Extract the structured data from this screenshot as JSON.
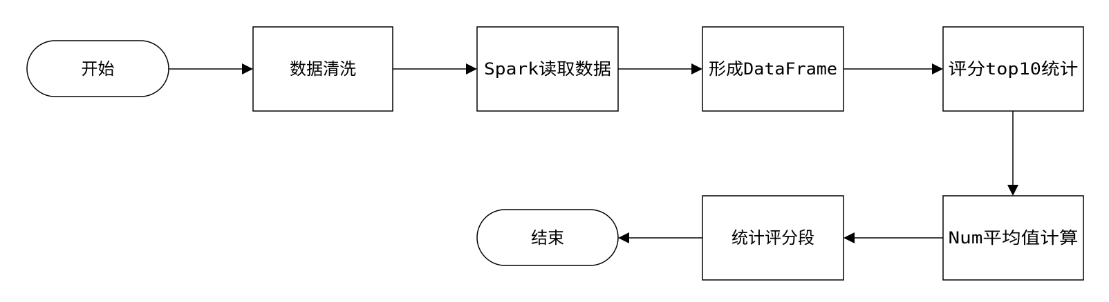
{
  "flowchart": {
    "nodes": {
      "start": "开始",
      "data_cleaning": "数据清洗",
      "spark_read": "Spark读取数据",
      "form_dataframe": "形成DataFrame",
      "rating_top10": "评分top10统计",
      "num_average": "Num平均值计算",
      "rating_segments": "统计评分段",
      "end": "结束"
    },
    "edges": [
      [
        "开始",
        "数据清洗"
      ],
      [
        "数据清洗",
        "Spark读取数据"
      ],
      [
        "Spark读取数据",
        "形成DataFrame"
      ],
      [
        "形成DataFrame",
        "评分top10统计"
      ],
      [
        "评分top10统计",
        "Num平均值计算"
      ],
      [
        "Num平均值计算",
        "统计评分段"
      ],
      [
        "统计评分段",
        "结束"
      ]
    ]
  }
}
